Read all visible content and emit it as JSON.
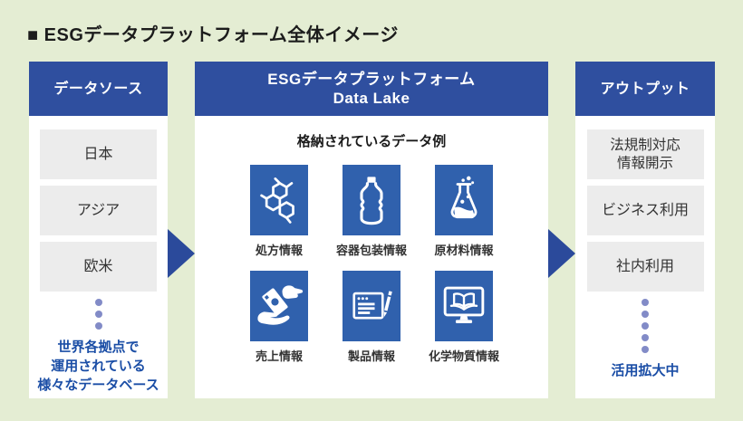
{
  "page": {
    "title": "■ ESGデータプラットフォーム全体イメージ"
  },
  "colors": {
    "background_green": "#e4edd3",
    "header_blue": "#2f4f9f",
    "tile_blue": "#3061ad",
    "arrow_blue": "#2b4a9b",
    "note_text_blue": "#1b4ea6",
    "dot_periwinkle": "#828bc7",
    "item_box_gray": "#ececec"
  },
  "data_source": {
    "header": "データソース",
    "items": [
      "日本",
      "アジア",
      "欧米"
    ],
    "dots": 3,
    "note_lines": [
      "世界各拠点で",
      "運用されている",
      "様々なデータベース"
    ]
  },
  "platform": {
    "header_line1": "ESGデータプラットフォーム",
    "header_line2": "Data Lake",
    "subtitle": "格納されているデータ例",
    "tiles": [
      {
        "icon": "molecule-icon",
        "label": "処方情報"
      },
      {
        "icon": "plastic-bottle-icon",
        "label": "容器包装情報"
      },
      {
        "icon": "flask-icon",
        "label": "原材料情報"
      },
      {
        "icon": "money-hand-icon",
        "label": "売上情報"
      },
      {
        "icon": "document-window-icon",
        "label": "製品情報"
      },
      {
        "icon": "monitor-book-icon",
        "label": "化学物質情報"
      }
    ]
  },
  "output": {
    "header": "アウトプット",
    "items": [
      {
        "lines": [
          "法規制対応",
          "情報開示"
        ]
      },
      {
        "lines": [
          "ビジネス利用"
        ]
      },
      {
        "lines": [
          "社内利用"
        ]
      }
    ],
    "dots": 5,
    "note": "活用拡大中"
  }
}
